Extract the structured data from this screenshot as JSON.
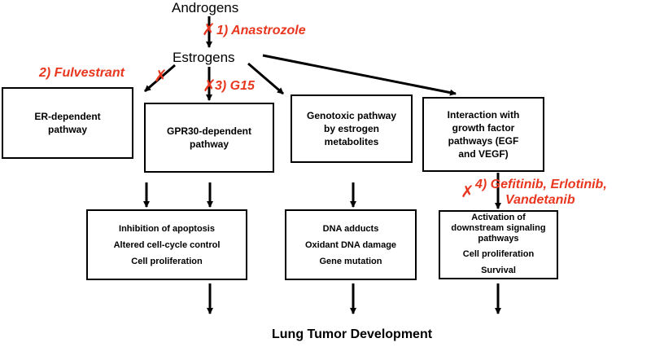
{
  "top": {
    "androgens": "Androgens",
    "estrogens": "Estrogens"
  },
  "drugs": {
    "d1": "1) Anastrozole",
    "d2": "2) Fulvestrant",
    "d3": "3) G15",
    "d4_line1": "4) Gefitinib, Erlotinib,",
    "d4_line2": "Vandetanib"
  },
  "pathways": {
    "er": [
      "ER-dependent",
      "pathway"
    ],
    "gpr30": [
      "GPR30-dependent",
      "pathway"
    ],
    "genotoxic": [
      "Genotoxic pathway",
      "by estrogen",
      "metabolites"
    ],
    "growth": [
      "Interaction with",
      "growth factor",
      "pathways (EGF",
      "and VEGF)"
    ]
  },
  "outcomes": {
    "left": [
      "Inhibition of apoptosis",
      "Altered cell-cycle control",
      "Cell proliferation"
    ],
    "middle": [
      "DNA adducts",
      "Oxidant DNA damage",
      "Gene mutation"
    ],
    "right": [
      "Activation of downstream signaling pathways",
      "Cell proliferation",
      "Survival"
    ]
  },
  "final": "Lung Tumor Development",
  "colors": {
    "inhibitor": "#e8361f",
    "line": "#000000"
  },
  "icons": {
    "block": "x-mark-icon"
  }
}
